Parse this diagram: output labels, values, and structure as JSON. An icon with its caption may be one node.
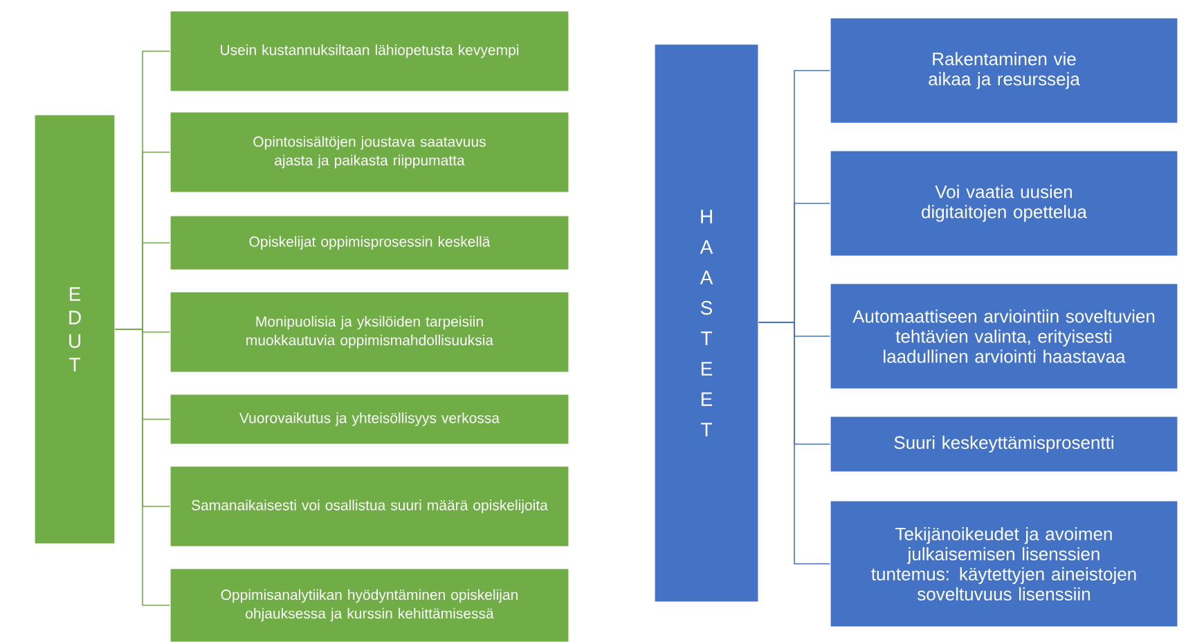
{
  "diagram": {
    "nodes": [
      {
        "text": [
          "E D U T"
        ]
      },
      {
        "text": [
          "Usein kustannuksiltaan lähiopetusta kevyempi"
        ]
      },
      {
        "text": [
          "Opintosisältöjen joustava saatavuus ajasta ja paikasta riippumatta"
        ]
      },
      {
        "text": [
          "Opiskelijat oppimisprosessin keskellä"
        ]
      },
      {
        "text": [
          "Monipuolisia ja yksilöiden tarpeisiin muokkautuvia oppimismahdollisuuksia"
        ]
      },
      {
        "text": [
          "Vuorovaikutus ja yhteisöllisyys verkossa"
        ]
      },
      {
        "text": [
          "Samanaikaisesti voi osallistua suuri määrä opiskelijoita"
        ]
      },
      {
        "text": [
          "Oppimisanalytiikan hyödyntäminen opiskelijan ohjauksessa ja kurssin kehittämisessä"
        ]
      },
      {
        "text": [
          "H A A S T E E T"
        ]
      },
      {
        "text": [
          "Rakentaminen vie aikaa ja resursseja"
        ]
      },
      {
        "text": [
          "Voi vaatia uusien digitaitojen opettelua"
        ]
      },
      {
        "text": [
          "Automaattiseen arviointiin soveltuvien tehtävien valinta, erityisesti laadullinen arviointi haastavaa"
        ]
      },
      {
        "text": [
          "Suuri keskeyttämisprosentti"
        ]
      },
      {
        "text": [
          "Tekijänoikeudet ja avoimen julkaisemisen lisenssien tuntemus: käytettyjen aineistojen soveltuvuus lisenssiin"
        ]
      }
    ],
    "edges": [
      {
        "from": 0,
        "to": 1,
        "arrow": "none",
        "color": "#70ad47"
      },
      {
        "from": 0,
        "to": 2,
        "arrow": "none",
        "color": "#70ad47"
      },
      {
        "from": 0,
        "to": 3,
        "arrow": "none",
        "color": "#70ad47"
      },
      {
        "from": 0,
        "to": 4,
        "arrow": "none",
        "color": "#70ad47"
      },
      {
        "from": 0,
        "to": 5,
        "arrow": "none",
        "color": "#70ad47"
      },
      {
        "from": 0,
        "to": 6,
        "arrow": "none",
        "color": "#70ad47"
      },
      {
        "from": 0,
        "to": 7,
        "arrow": "none",
        "color": "#70ad47"
      },
      {
        "from": 8,
        "to": 9,
        "arrow": "none",
        "color": "#4472c4"
      },
      {
        "from": 8,
        "to": 10,
        "arrow": "none",
        "color": "#4472c4"
      },
      {
        "from": 8,
        "to": 11,
        "arrow": "none",
        "color": "#4472c4"
      },
      {
        "from": 8,
        "to": 12,
        "arrow": "none",
        "color": "#4472c4"
      },
      {
        "from": 8,
        "to": 13,
        "arrow": "none",
        "color": "#4472c4"
      }
    ]
  }
}
